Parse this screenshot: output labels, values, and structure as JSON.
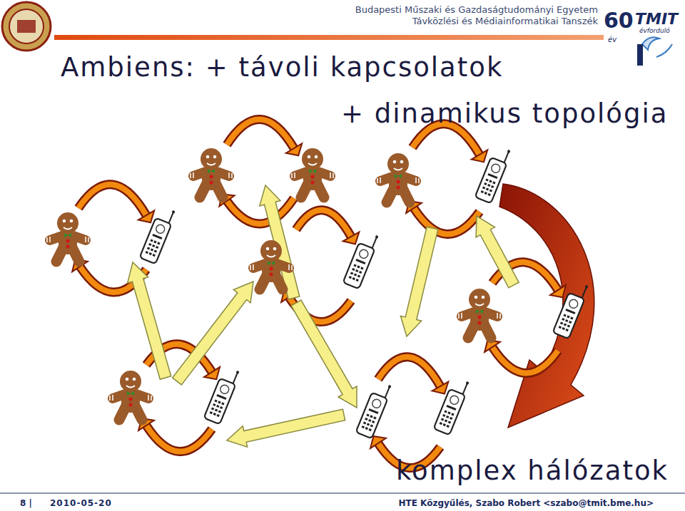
{
  "diagram": {
    "title": "Ambiens: + távoli kapcsolatok",
    "labels": [
      "+ dinamikus topológia",
      "komplex hálózatok",
      "Budapesti Műszaki és Gazdaságtudományi Egyetem",
      "Távközlési és Médiainformatikai Tanszék",
      "60",
      "TMIT",
      "évforduló",
      "év",
      "8 |",
      "2010-05-20",
      "HTE Közgyűlés, Szabo Robert <szabo@tmit.bme.hu>"
    ]
  }
}
